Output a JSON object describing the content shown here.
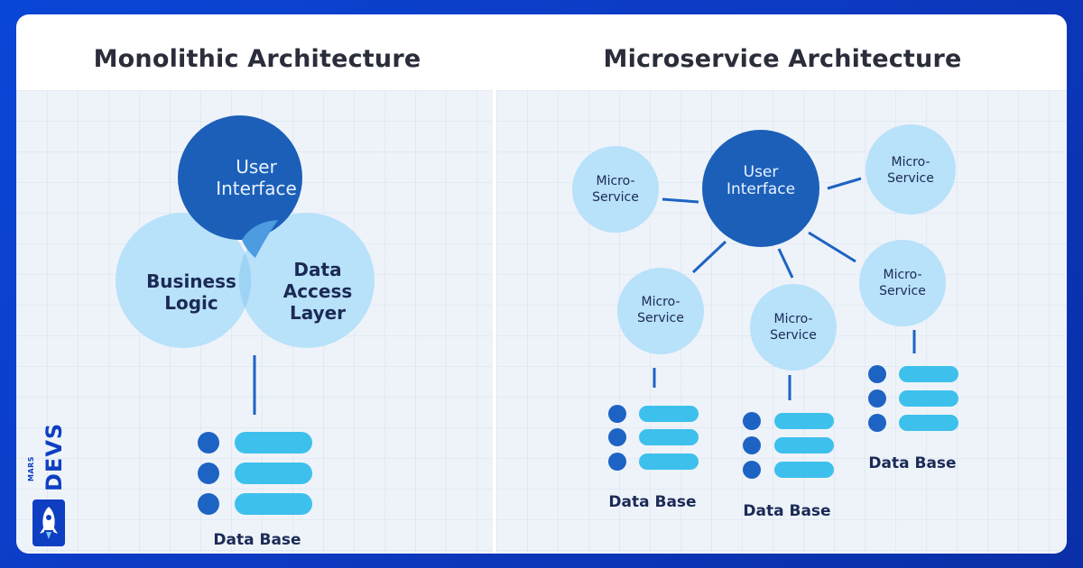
{
  "headings": {
    "left": "Monolithic Architecture",
    "right": "Microservice Architecture"
  },
  "monolith": {
    "ui_line1": "User",
    "ui_line2": "Interface",
    "bl_line1": "Business",
    "bl_line2": "Logic",
    "da_line1": "Data",
    "da_line2": "Access",
    "da_line3": "Layer",
    "db_label": "Data Base"
  },
  "micro": {
    "hub_line1": "User",
    "hub_line2": "Interface",
    "svc_line1": "Micro-",
    "svc_line2": "Service",
    "db_label": "Data Base"
  },
  "brand": {
    "small": "MARS",
    "big": "DEVS",
    "logo_icon": "rocket-icon"
  },
  "colors": {
    "dark_blue": "#1c5fb8",
    "mid_blue": "#3f90dc",
    "light_blue": "#b8e1fa",
    "cyan_bar": "#3ec0ec",
    "dot_blue": "#1d63c4",
    "text_dark": "#1b2a55"
  }
}
